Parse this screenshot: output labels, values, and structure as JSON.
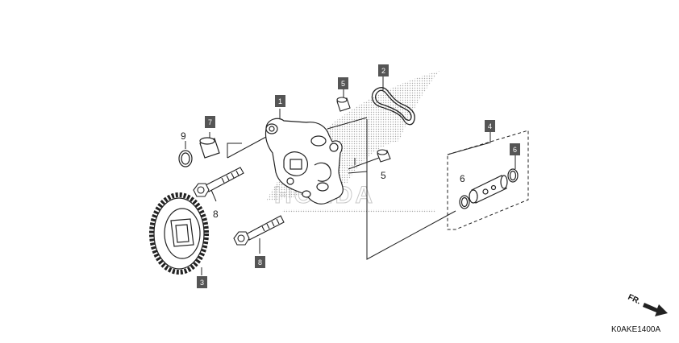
{
  "diagram": {
    "boxed_labels": [
      {
        "id": "tag-1",
        "text": "1"
      },
      {
        "id": "tag-2",
        "text": "2"
      },
      {
        "id": "tag-3",
        "text": "3"
      },
      {
        "id": "tag-4",
        "text": "4"
      },
      {
        "id": "tag-5",
        "text": "5"
      },
      {
        "id": "tag-6",
        "text": "6"
      },
      {
        "id": "tag-7",
        "text": "7"
      },
      {
        "id": "tag-8",
        "text": "8"
      }
    ],
    "plain_labels": [
      {
        "id": "num-9",
        "text": "9"
      },
      {
        "id": "num-8",
        "text": "8"
      },
      {
        "id": "num-5",
        "text": "5"
      },
      {
        "id": "num-6",
        "text": "6"
      }
    ],
    "watermark": "HONDA",
    "direction_label": "FR.",
    "diagram_code": "K0AKE1400A",
    "colors": {
      "tag_fill": "#555555",
      "line": "#222222",
      "part_fill": "#ffffff"
    }
  }
}
